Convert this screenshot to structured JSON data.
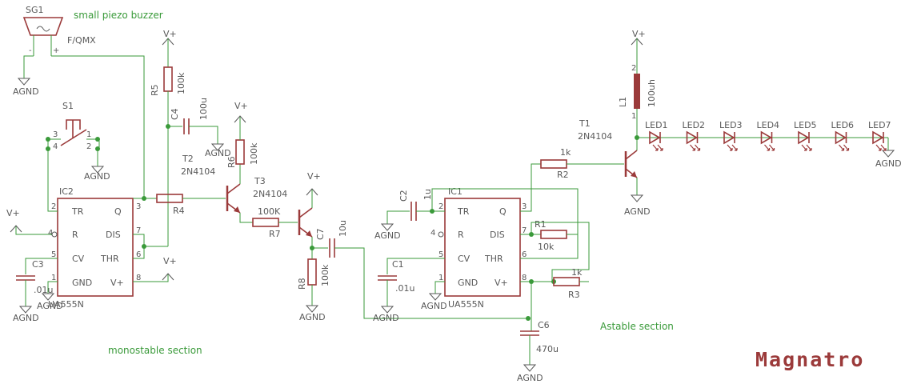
{
  "labels": {
    "sg1": "SG1",
    "sg1_type": "F/QMX",
    "buzzer_note": "small piezo buzzer",
    "agnd": "AGND",
    "vplus": "V+",
    "s1": "S1",
    "ic2": "IC2",
    "ic2_part": "UA555N",
    "ic1": "IC1",
    "ic1_part": "UA555N",
    "tr": "TR",
    "q": "Q",
    "r": "R",
    "dis": "DIS",
    "cv": "CV",
    "thr": "THR",
    "gnd": "GND",
    "vcc": "V+",
    "r5": "R5",
    "r5_val": "100k",
    "c4": "C4",
    "c4_val": "100u",
    "t2": "T2",
    "t2_part": "2N4104",
    "r6": "R6",
    "r6_val": "100k",
    "t3": "T3",
    "t3_part": "2N4104",
    "r4": "R4",
    "r7": "R7",
    "r7_val": "100K",
    "c7": "C7",
    "c7_val": "10u",
    "r8": "R8",
    "r8_val": "100k",
    "c3": "C3",
    "c3_val": ".01u",
    "c2": "C2",
    "c2_val": "1u",
    "c1": "C1",
    "c1_val": ".01u",
    "r1": "R1",
    "r1_val": "10k",
    "r2": "R2",
    "r2_val": "1k",
    "r3": "R3",
    "r3_val": "1k",
    "c6": "C6",
    "c6_val": "470u",
    "t1": "T1",
    "t1_part": "2N4104",
    "l1": "L1",
    "l1_val": "100uh",
    "leds": [
      "LED1",
      "LED2",
      "LED3",
      "LED4",
      "LED5",
      "LED6",
      "LED7"
    ],
    "monostable_note": "monostable section",
    "astable_note": "Astable section",
    "logo": "Magnatro"
  },
  "pins": {
    "p1": "1",
    "p2": "2",
    "p3": "3",
    "p4": "4",
    "p5": "5",
    "p6": "6",
    "p7": "7",
    "p8": "8",
    "minus": "-",
    "plus": "+"
  },
  "colors": {
    "wire": "#3a9a3a",
    "part": "#9b3a3a",
    "text": "#595959"
  }
}
